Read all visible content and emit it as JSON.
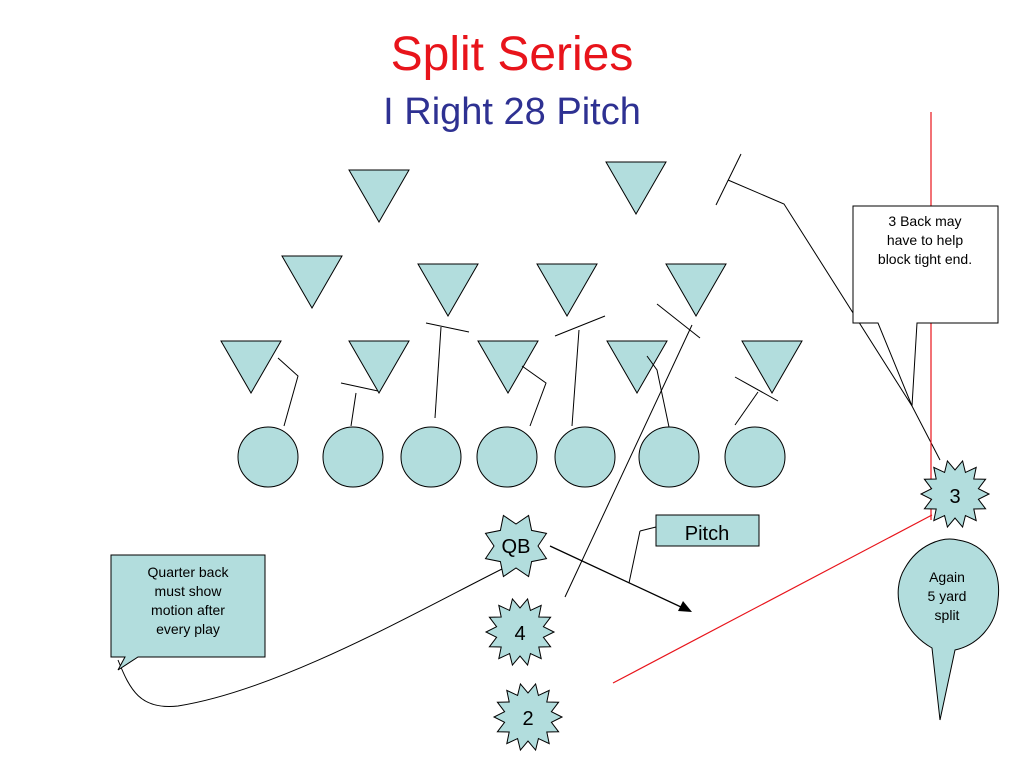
{
  "slide": {
    "title": "Split Series",
    "subtitle": "I Right 28 Pitch"
  },
  "colors": {
    "title": "#e8141b",
    "subtitle": "#2e3192",
    "fill": "#b2dddd",
    "stroke": "#000000",
    "red_line": "#e8141b"
  },
  "players": {
    "qb": "QB",
    "back_4": "4",
    "back_2": "2",
    "back_3": "3"
  },
  "callouts": {
    "pitch": "Pitch",
    "tight_end": [
      "3 Back may",
      "have to help",
      "block tight end."
    ],
    "quarterback": [
      "Quarter back",
      "must show",
      "motion after",
      "every play"
    ],
    "split": [
      "Again",
      "5 yard",
      "split"
    ]
  }
}
